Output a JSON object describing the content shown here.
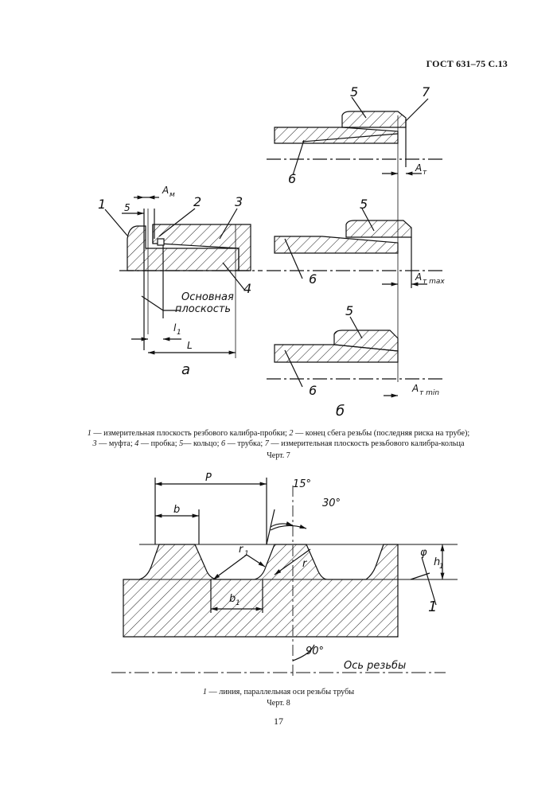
{
  "header": {
    "title": "ГОСТ 631–75 С.13"
  },
  "figure7": {
    "labels": {
      "n1": "1",
      "n2": "2",
      "n3": "3",
      "n4": "4",
      "n5": "5",
      "n6": "6",
      "n7": "7",
      "dim5": "5",
      "am": "A",
      "am_sub": "м",
      "osn1": "Основная",
      "osn2": "плоскость",
      "l1": "l",
      "l1_sub": "1",
      "L": "L",
      "a": "а",
      "b": "б",
      "at": "A",
      "at_sub": "т",
      "atmax_sub": "т max",
      "atmin_sub": "т min"
    },
    "caption": [
      {
        "n": "1",
        "t": " — измерительная плоскость резбового калибра-пробки;  "
      },
      {
        "n": "2",
        "t": " — конец сбега резьбы (последняя риска на трубе);"
      },
      {
        "n": "3",
        "t": " — муфта; "
      },
      {
        "n": "4",
        "t": " — пробка; "
      },
      {
        "n": "5",
        "t": "— кольцо; "
      },
      {
        "n": "6",
        "t": " — трубка; "
      },
      {
        "n": "7",
        "t": " — измерительная плоскость резьбового калибра-кольца"
      }
    ],
    "chart_label": "Черт. 7"
  },
  "figure8": {
    "labels": {
      "P": "P",
      "b": "b",
      "b1": "b",
      "b1_sub": "1",
      "r1": "r",
      "r1_sub": "1",
      "r": "r",
      "a15": "15°",
      "a30": "30°",
      "phi": "φ",
      "h1": "h",
      "h1_sub": "1",
      "n1": "1",
      "a90": "90°",
      "axis": "Ось резьбы"
    },
    "caption": {
      "n": "1",
      "t": " — линия, параллельная оси резьбы трубы"
    },
    "chart_label": "Черт. 8"
  },
  "footer": {
    "page_number": "17"
  }
}
